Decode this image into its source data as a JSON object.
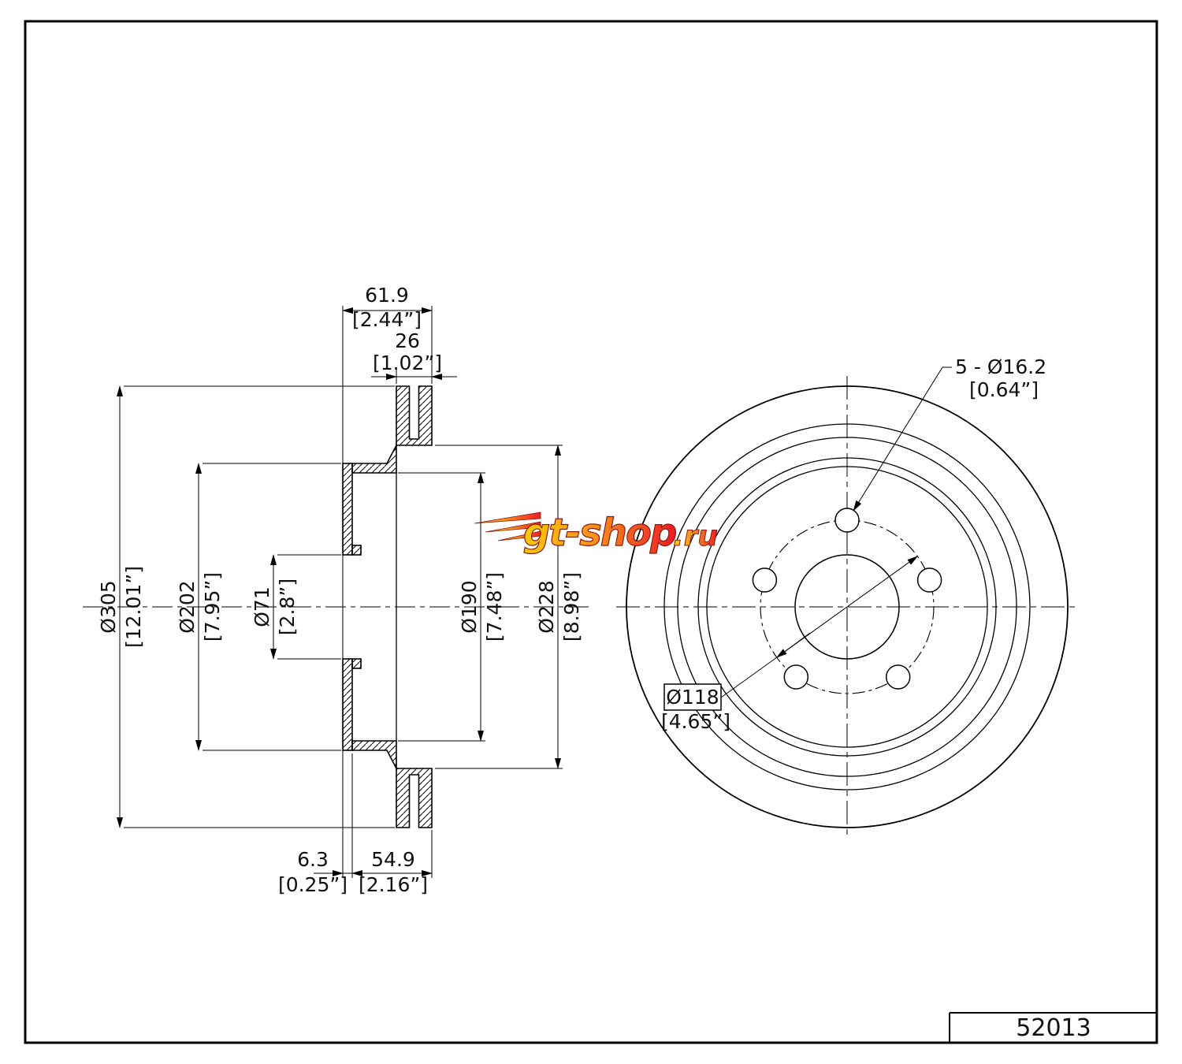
{
  "part_number": "52013",
  "watermark": {
    "main": "gt-shop",
    "suffix": ".ru"
  },
  "section": {
    "width_mm": "61.9",
    "width_in": "[2.44”]",
    "thickness_mm": "26",
    "thickness_in": "[1.02”]",
    "od_mm": "Ø305",
    "od_in": "[12.01”]",
    "hat_mm": "Ø202",
    "hat_in": "[7.95”]",
    "bore_mm": "Ø71",
    "bore_in": "[2.8”]",
    "drum_mm": "Ø190",
    "drum_in": "[7.48”]",
    "band_mm": "Ø228",
    "band_in": "[8.98”]",
    "flange_mm": "6.3",
    "flange_in": "[0.25”]",
    "depth_mm": "54.9",
    "depth_in": "[2.16”]"
  },
  "front": {
    "holes_mm": "5 - Ø16.2",
    "holes_in": "[0.64”]",
    "bcd_mm": "Ø118",
    "bcd_in": "[4.65”]"
  }
}
